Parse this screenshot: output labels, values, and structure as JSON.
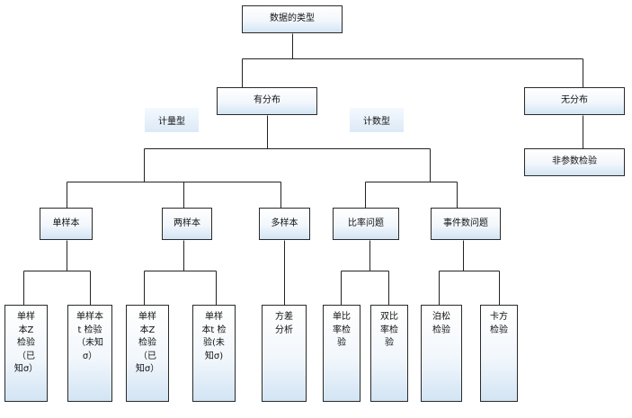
{
  "root": "数据的类型",
  "distributed": "有分布",
  "nondistributed": "无分布",
  "nonparam": "非参数检验",
  "tag_measure": "计量型",
  "tag_count": "计数型",
  "single": "单样本",
  "two": "两样本",
  "multi": "多样本",
  "ratio": "比率问题",
  "event": "事件数问题",
  "leaves": [
    [
      "单样",
      "本Z",
      "检验",
      "（已",
      "知σ）"
    ],
    [
      "单样本",
      "t 检验",
      "（未知",
      "σ）"
    ],
    [
      "单样",
      "本Z",
      "检验",
      "（已",
      "知σ）"
    ],
    [
      "单样",
      "本t 检",
      "验(未",
      "知σ)"
    ],
    [
      "方差",
      "分析"
    ],
    [
      "单比",
      "率检",
      "验"
    ],
    [
      "双比",
      "率检",
      "验"
    ],
    [
      "泊松",
      "检验"
    ],
    [
      "卡方",
      "检验"
    ]
  ]
}
